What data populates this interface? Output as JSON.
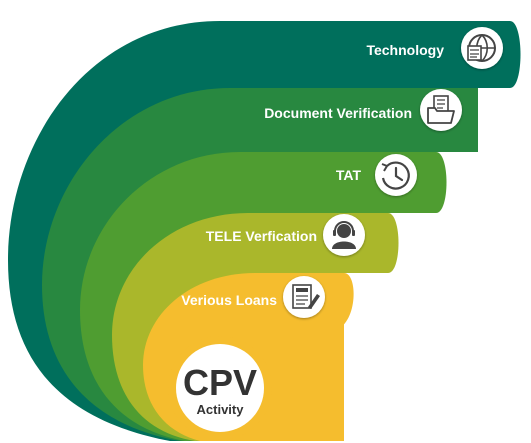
{
  "bands": [
    {
      "label": "Technology",
      "icon": "globe-browser-icon",
      "color": "#006f5c"
    },
    {
      "label": "Document Verification",
      "icon": "folder-documents-icon",
      "color": "#288840"
    },
    {
      "label": "TAT",
      "icon": "clock-rewind-icon",
      "color": "#4f9d31"
    },
    {
      "label": "TELE Verfication",
      "icon": "headset-agent-icon",
      "color": "#aab72b"
    },
    {
      "label": "Verious Loans",
      "icon": "loan-document-icon",
      "color": "#f5bd2e"
    }
  ],
  "center": {
    "title": "CPV",
    "subtitle": "Activity",
    "ring_color": "#f5bd2e"
  },
  "colors": {
    "label_text": "#ffffff",
    "icon_fill": "#ffffff",
    "icon_stroke": "#444444",
    "center_text": "#333333"
  }
}
